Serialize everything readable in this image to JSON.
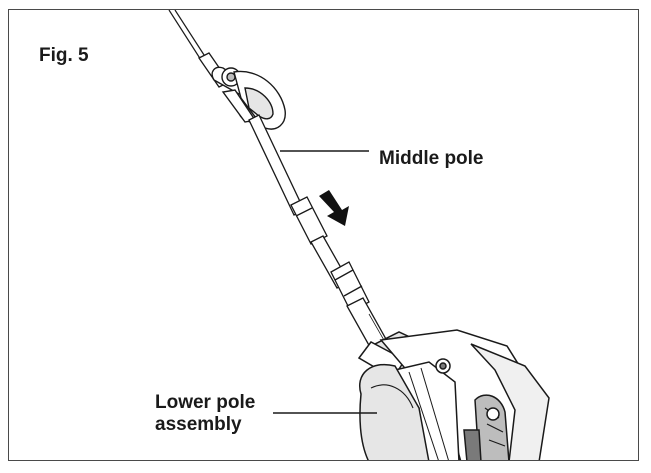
{
  "figure": {
    "number_label": "Fig. 5"
  },
  "callouts": {
    "middle_pole": "Middle pole",
    "lower_pole_line1": "Lower pole",
    "lower_pole_line2": "assembly"
  },
  "colors": {
    "line": "#1a1a1a",
    "frame": "#4a4a4a",
    "shade_light": "#e6e6e6",
    "shade_mid": "#bdbdbd",
    "shade_dark": "#7a7a7a"
  },
  "icons": {
    "direction_arrow": "arrow-down-right-icon"
  }
}
